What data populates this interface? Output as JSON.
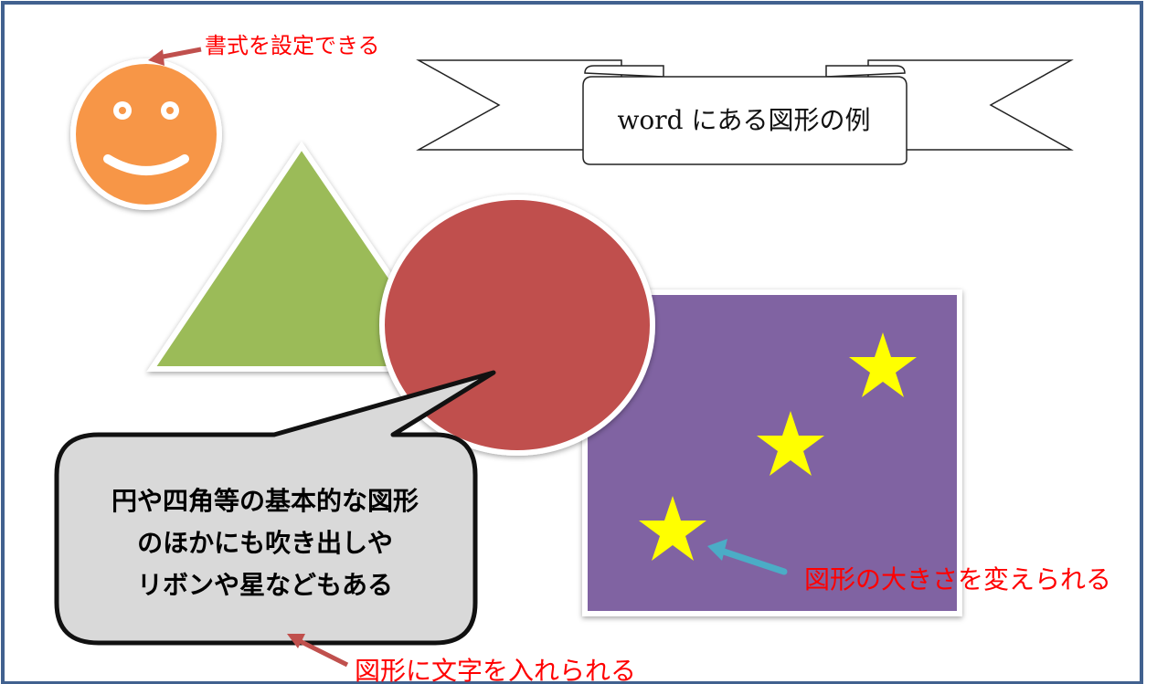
{
  "annotations": {
    "format": "書式を設定できる",
    "resize": "図形の大きさを変えられる",
    "text_in_shape": "図形に文字を入れられる"
  },
  "ribbon": {
    "text": "word にある図形の例"
  },
  "callout": {
    "lines": [
      "円や四角等の基本的な図形",
      "のほかにも吹き出しや",
      "リボンや星などもある"
    ]
  },
  "colors": {
    "frame": "#41618f",
    "smiley": "#f79646",
    "triangle": "#9bbb59",
    "circle": "#c0504d",
    "rectangle": "#8064a2",
    "star": "#ffff00",
    "callout": "#d9d9d9",
    "annotation_text": "#ff0000",
    "arrow_red": "#c0504d",
    "arrow_cyan": "#4bacc6"
  }
}
